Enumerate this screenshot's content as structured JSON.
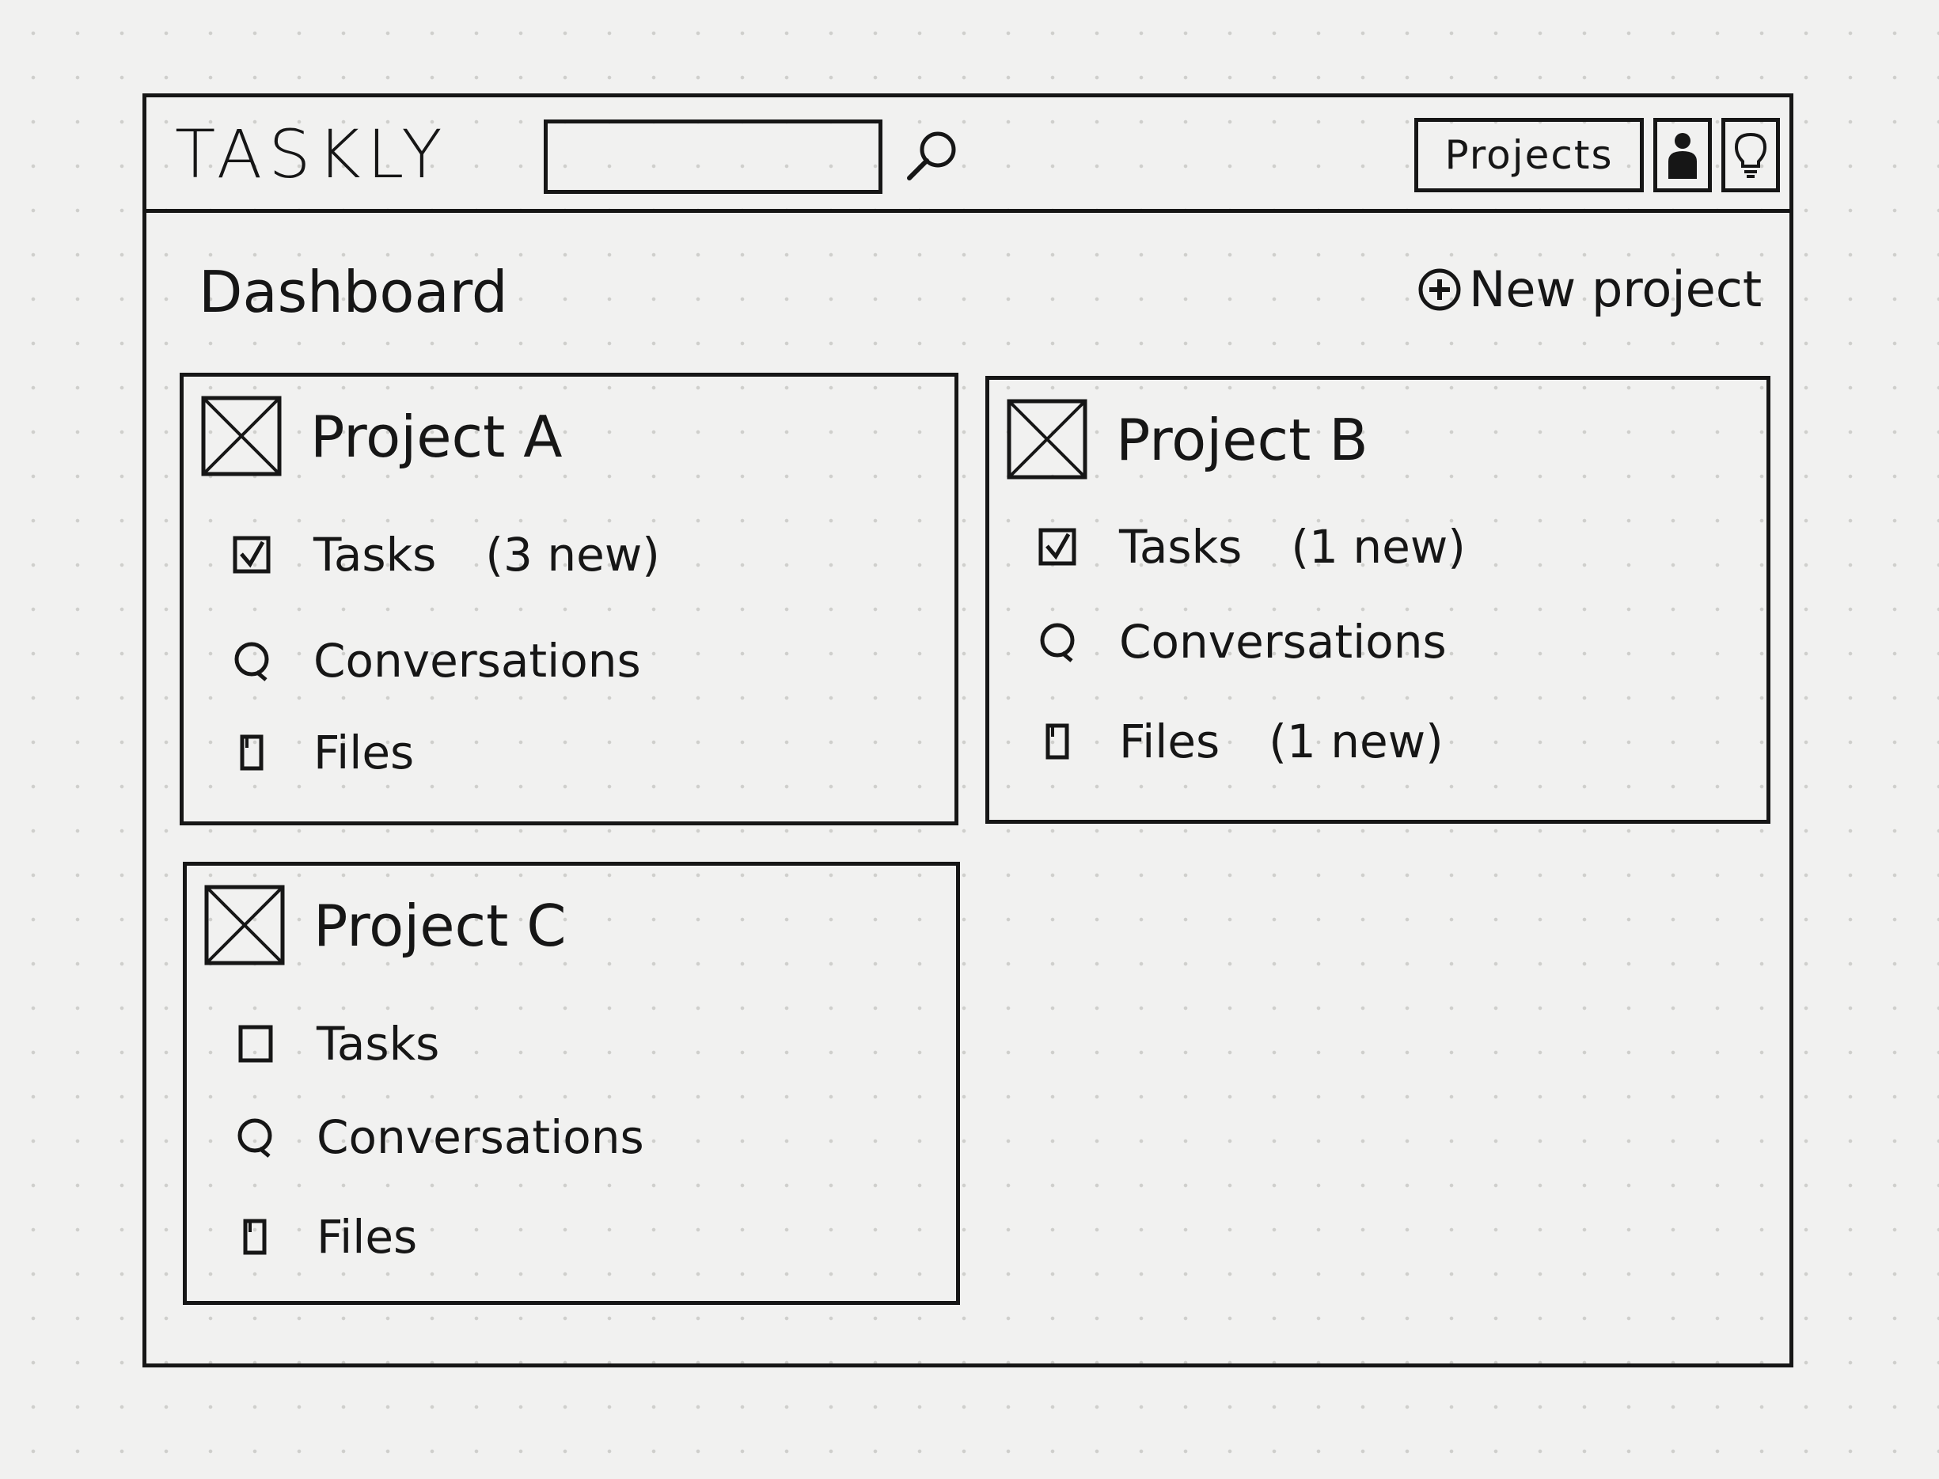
{
  "header": {
    "logo": "TASKLY",
    "search": {
      "value": "",
      "placeholder": ""
    },
    "projects_label": "Projects"
  },
  "main": {
    "title": "Dashboard",
    "new_project_label": "New project"
  },
  "projects": [
    {
      "name": "Project A",
      "items": [
        {
          "label": "Tasks",
          "extra": "(3 new)",
          "icon": "checked-checkbox-icon"
        },
        {
          "label": "Conversations",
          "extra": "",
          "icon": "speech-bubble-icon"
        },
        {
          "label": "Files",
          "extra": "",
          "icon": "file-icon"
        }
      ]
    },
    {
      "name": "Project B",
      "items": [
        {
          "label": "Tasks",
          "extra": "(1 new)",
          "icon": "checked-checkbox-icon"
        },
        {
          "label": "Conversations",
          "extra": "",
          "icon": "speech-bubble-icon"
        },
        {
          "label": "Files",
          "extra": "(1 new)",
          "icon": "file-icon"
        }
      ]
    },
    {
      "name": "Project C",
      "items": [
        {
          "label": "Tasks",
          "extra": "",
          "icon": "empty-checkbox-icon"
        },
        {
          "label": "Conversations",
          "extra": "",
          "icon": "speech-bubble-icon"
        },
        {
          "label": "Files",
          "extra": "",
          "icon": "file-icon"
        }
      ]
    }
  ],
  "colors": {
    "ink": "#161616",
    "paper": "#f1f1f0",
    "grid_dot": "#cfcfcc"
  }
}
